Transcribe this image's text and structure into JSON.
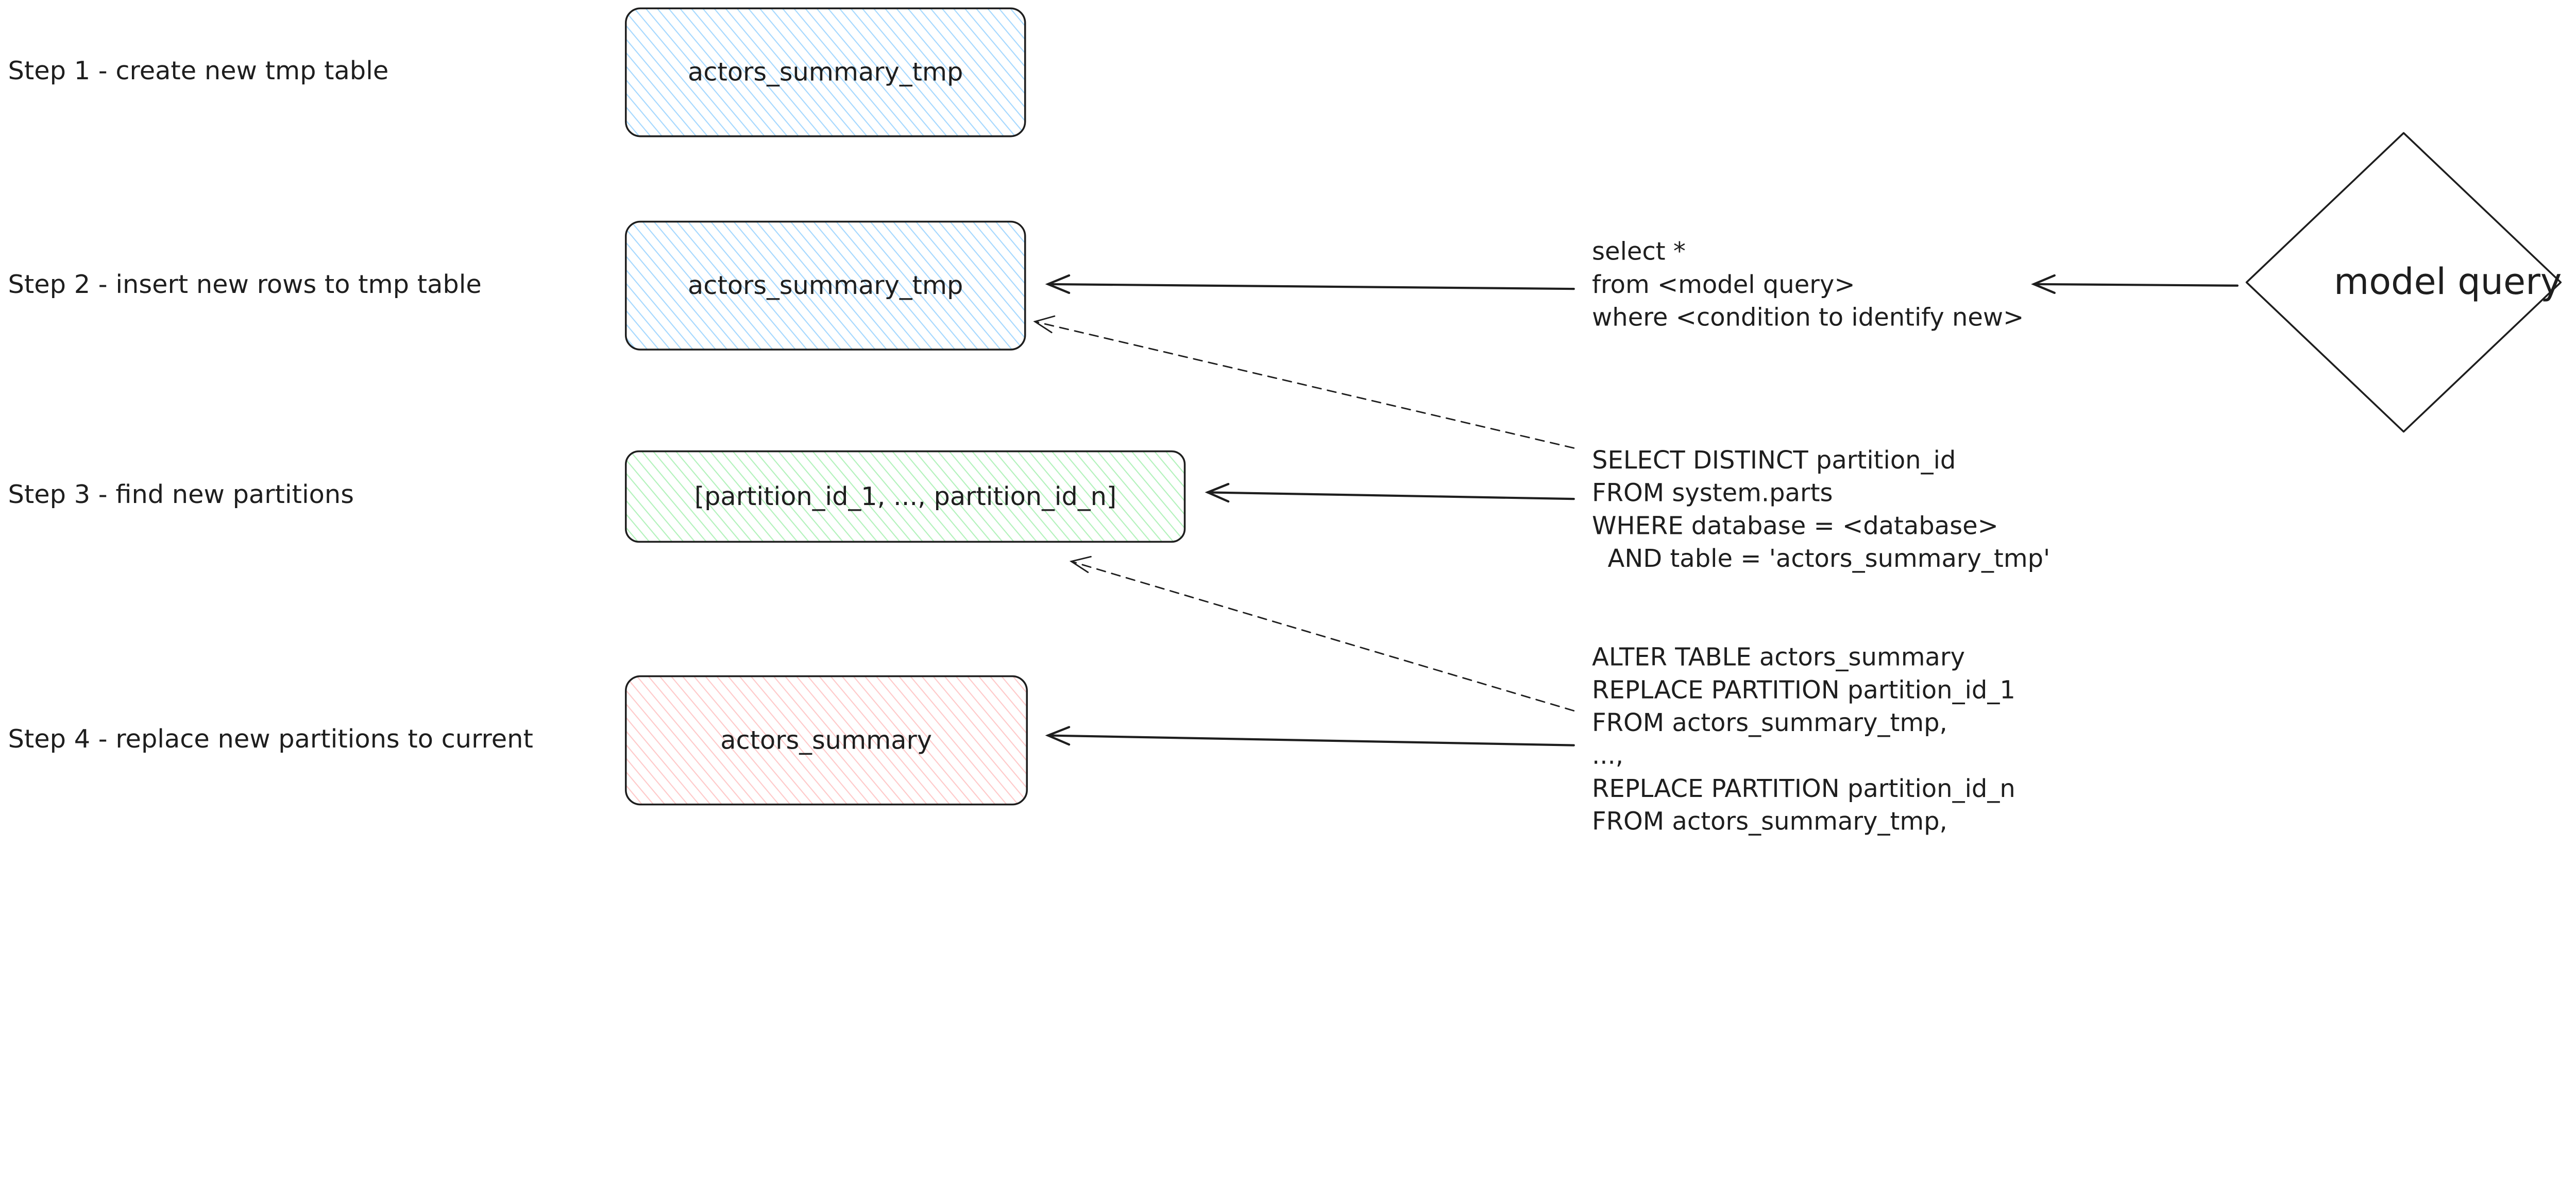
{
  "steps": [
    {
      "label": "Step 1 - create new tmp table",
      "box": "actors_summary_tmp",
      "fill": "#a5d8ff"
    },
    {
      "label": "Step 2 - insert new rows to tmp table",
      "box": "actors_summary_tmp",
      "fill": "#a5d8ff"
    },
    {
      "label": "Step 3 - find new partitions",
      "box": "[partition_id_1, ..., partition_id_n]",
      "fill": "#b2f2bb"
    },
    {
      "label": "Step 4 - replace new partitions to current",
      "box": "actors_summary",
      "fill": "#ffc9c9"
    }
  ],
  "model_query": "model query",
  "queries": {
    "insert": [
      "select *",
      "from <model query>",
      "where <condition to identify new>"
    ],
    "partitions": [
      "SELECT DISTINCT partition_id",
      "FROM system.parts",
      "WHERE database = <database>",
      "  AND table = 'actors_summary_tmp'"
    ],
    "replace": [
      "ALTER TABLE actors_summary",
      "REPLACE PARTITION partition_id_1",
      "FROM actors_summary_tmp,",
      "...,",
      "REPLACE PARTITION partition_id_n",
      "FROM actors_summary_tmp,"
    ]
  }
}
